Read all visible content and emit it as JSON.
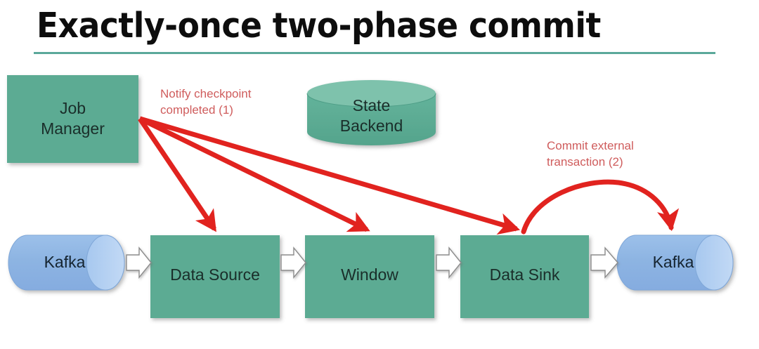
{
  "slide": {
    "title": "Exactly-once two-phase commit",
    "rule_color": "#5ba89a",
    "background": "#ffffff"
  },
  "palette": {
    "box_green": "#5bab93",
    "cylinder_green_body": "#5bab93",
    "cylinder_green_top": "#79bfa9",
    "kafka_blue_body": "#8fb7e4",
    "kafka_blue_cap": "#b3d0f0",
    "arrow_red": "#e1231f",
    "annotation_red": "#cf5c5c",
    "block_arrow_fill": "#ffffff",
    "block_arrow_stroke": "#8c8c8c",
    "node_text": "#1a2e2a"
  },
  "nodes": [
    {
      "id": "job-manager",
      "label": "Job\nManager",
      "shape": "rect",
      "fill": "#5bab93"
    },
    {
      "id": "state-backend",
      "label": "State\nBackend",
      "shape": "cylinder-v",
      "fill": "#5bab93"
    },
    {
      "id": "kafka-left",
      "label": "Kafka",
      "shape": "cylinder-h",
      "fill": "#8fb7e4"
    },
    {
      "id": "data-source",
      "label": "Data Source",
      "shape": "rect",
      "fill": "#5bab93"
    },
    {
      "id": "window",
      "label": "Window",
      "shape": "rect",
      "fill": "#5bab93"
    },
    {
      "id": "data-sink",
      "label": "Data Sink",
      "shape": "rect",
      "fill": "#5bab93"
    },
    {
      "id": "kafka-right",
      "label": "Kafka",
      "shape": "cylinder-h",
      "fill": "#8fb7e4"
    }
  ],
  "annotations": [
    {
      "id": "notify-checkpoint",
      "text": "Notify checkpoint\ncompleted (1)",
      "color": "#cf5c5c"
    },
    {
      "id": "commit-external",
      "text": "Commit external\ntransaction (2)",
      "color": "#cf5c5c"
    }
  ],
  "flow_arrows": [
    {
      "from": "kafka-left",
      "to": "data-source"
    },
    {
      "from": "data-source",
      "to": "window"
    },
    {
      "from": "window",
      "to": "data-sink"
    },
    {
      "from": "data-sink",
      "to": "kafka-right"
    }
  ],
  "red_arrows": [
    {
      "from": "job-manager",
      "to": "data-source",
      "label_ref": "notify-checkpoint"
    },
    {
      "from": "job-manager",
      "to": "window",
      "label_ref": "notify-checkpoint"
    },
    {
      "from": "job-manager",
      "to": "data-sink",
      "label_ref": "notify-checkpoint"
    },
    {
      "from": "data-sink",
      "to": "kafka-right",
      "label_ref": "commit-external",
      "style": "curved"
    }
  ]
}
